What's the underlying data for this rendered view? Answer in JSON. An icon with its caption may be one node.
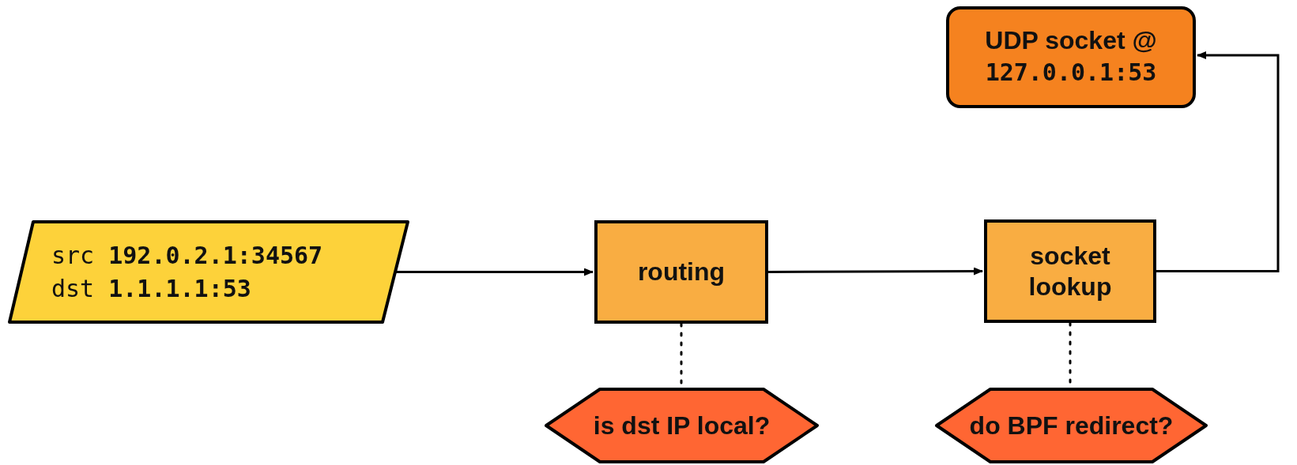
{
  "diagram": {
    "nodes": [
      {
        "text": [
          "src **192.0.2.1:34567**",
          "dst **1.1.1.1:53**"
        ]
      },
      {
        "text": [
          "routing"
        ]
      },
      {
        "text": [
          "socket lookup"
        ]
      },
      {
        "text": [
          "UDP socket @",
          "127.0.0.1:53"
        ]
      },
      {
        "text": [
          "is dst IP local?"
        ]
      },
      {
        "text": [
          "do BPF redirect?"
        ]
      }
    ],
    "edges": [
      {
        "from": 0,
        "to": 1,
        "arrow": "to"
      },
      {
        "from": 1,
        "to": 2,
        "arrow": "to"
      },
      {
        "from": 2,
        "to": 3,
        "arrow": "to"
      },
      {
        "from": 1,
        "to": 4,
        "arrow": "none",
        "style": "dashed"
      },
      {
        "from": 2,
        "to": 5,
        "arrow": "none",
        "style": "dashed"
      }
    ]
  }
}
